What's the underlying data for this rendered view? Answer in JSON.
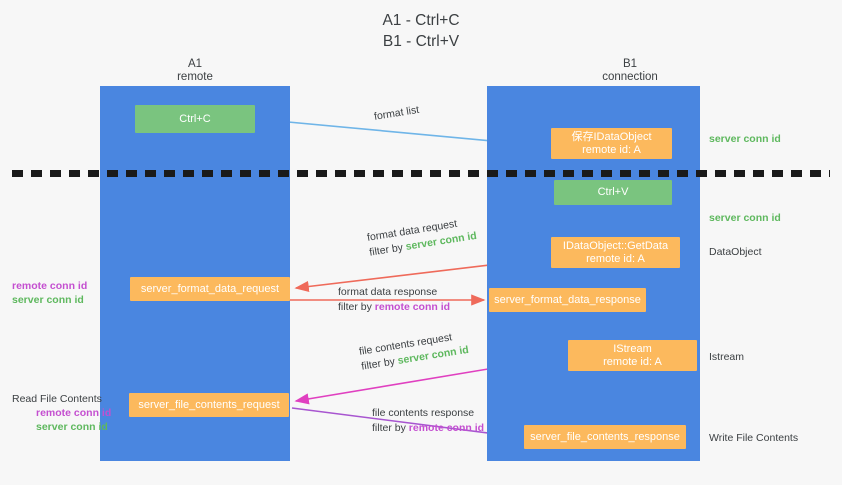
{
  "title": {
    "line1": "A1 - Ctrl+C",
    "line2": "B1 - Ctrl+V"
  },
  "columns": {
    "left": {
      "name": "A1",
      "role": "remote"
    },
    "right": {
      "name": "B1",
      "role": "connection"
    }
  },
  "boxes": {
    "ctrl_c": {
      "label": "Ctrl+C",
      "color": "#7ac47f"
    },
    "idataobject": {
      "line1": "保存IDataObject",
      "line2": "remote id: A",
      "color": "#fcb95d"
    },
    "ctrl_v": {
      "label": "Ctrl+V",
      "color": "#7ac47f"
    },
    "getdata": {
      "line1": "IDataObject::GetData",
      "line2": "remote id: A",
      "color": "#fcb95d"
    },
    "istream": {
      "line1": "IStream",
      "line2": "remote id: A",
      "color": "#fcb95d"
    },
    "server_format_data_request": {
      "label": "server_format_data_request",
      "color": "#fcb95d"
    },
    "server_format_data_response": {
      "label": "server_format_data_response",
      "color": "#fcb95d"
    },
    "server_file_contents_request": {
      "label": "server_file_contents_request",
      "color": "#fcb95d"
    },
    "server_file_contents_response": {
      "label": "server_file_contents_response",
      "color": "#fcb95d"
    }
  },
  "arrow_labels": {
    "format_list": "format list",
    "format_data_request": "format data request",
    "format_data_response": "format data response",
    "file_contents_request": "file contents request",
    "file_contents_response": "file contents response",
    "filter_by": "filter by ",
    "server_conn_id": "server conn id",
    "remote_conn_id": "remote conn id"
  },
  "side_labels": {
    "server_conn_id_top": "server conn id",
    "server_conn_id_mid": "server conn id",
    "dataobject": "DataObject",
    "istream": "Istream",
    "write_file_contents": "Write File Contents",
    "read_file_contents": "Read File Contents",
    "remote_conn_id": "remote conn id",
    "server_conn_id": "server conn id"
  },
  "colors": {
    "lane": "#4a86e0",
    "green_box": "#7ac47f",
    "orange_box": "#fcb95d",
    "server_conn_green": "#5eb85e",
    "remote_conn_magenta": "#c44fd0",
    "arrow_blue": "#6fb5e8",
    "arrow_red": "#ef6a5a",
    "arrow_magenta": "#e040c0",
    "arrow_purple": "#a855d0",
    "arrow_black": "#1a1a1a",
    "background": "#f7f7f7"
  }
}
